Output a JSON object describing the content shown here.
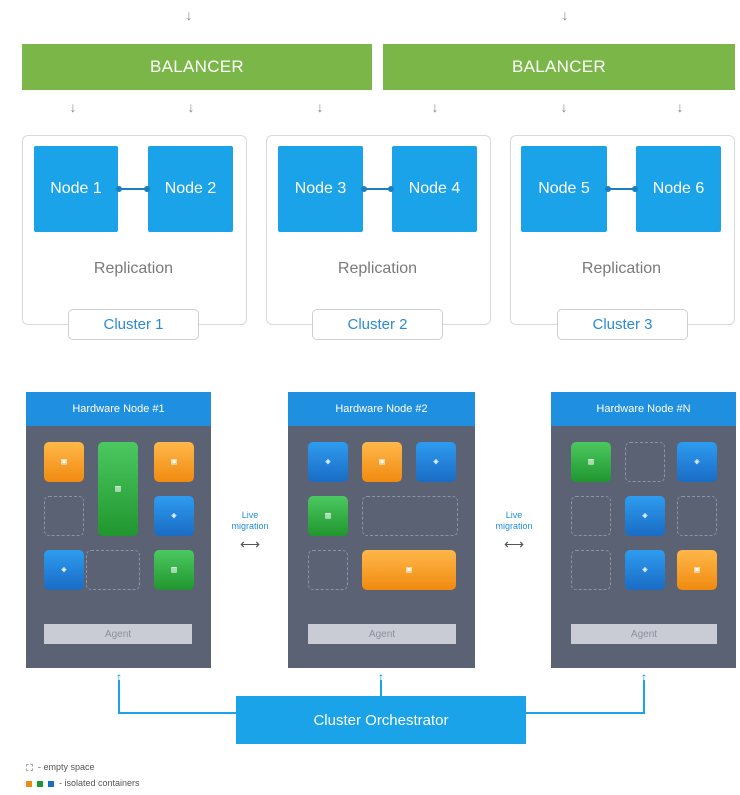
{
  "balancers": [
    "BALANCER",
    "BALANCER"
  ],
  "clusters": [
    {
      "nodes": [
        "Node 1",
        "Node 2"
      ],
      "replication": "Replication",
      "label": "Cluster 1"
    },
    {
      "nodes": [
        "Node 3",
        "Node 4"
      ],
      "replication": "Replication",
      "label": "Cluster 2"
    },
    {
      "nodes": [
        "Node 5",
        "Node 6"
      ],
      "replication": "Replication",
      "label": "Cluster 3"
    }
  ],
  "hardware_nodes": [
    {
      "title": "Hardware Node #1",
      "agent": "Agent"
    },
    {
      "title": "Hardware Node #2",
      "agent": "Agent"
    },
    {
      "title": "Hardware Node #N",
      "agent": "Agent"
    }
  ],
  "migration": [
    "Live migration",
    "Live migration"
  ],
  "orchestrator": "Cluster Orchestrator",
  "legend": {
    "empty": "- empty space",
    "containers": "- isolated containers"
  },
  "colors": {
    "balancer": "#7ab648",
    "node": "#1aa3e8",
    "hw_body": "#5b6274",
    "hw_header": "#1f8fe0",
    "orange_container": "#f08a10",
    "green_container": "#21962f",
    "blue_container": "#1a6cc4"
  }
}
